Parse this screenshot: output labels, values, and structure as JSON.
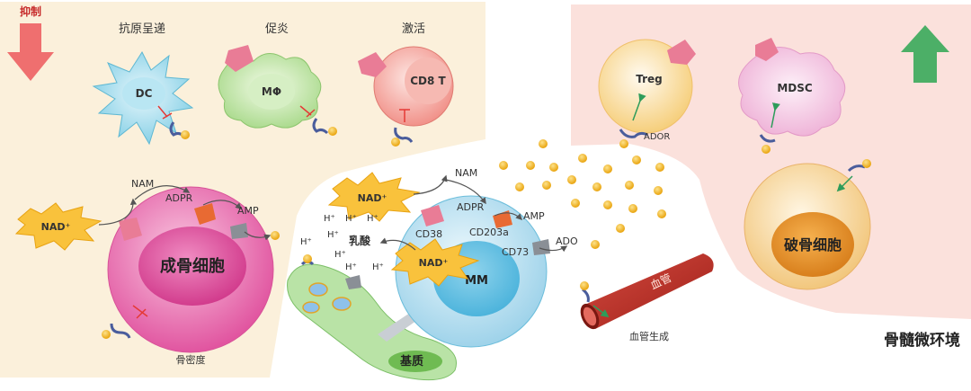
{
  "labels": {
    "suppress": "抑制",
    "antigen": "抗原呈递",
    "proinflam": "促炎",
    "activate": "激活",
    "dc": "DC",
    "macrophage": "MΦ",
    "cd8": "CD8 T",
    "treg": "Treg",
    "mdsc": "MDSC",
    "ador": "ADOR",
    "osteoblast": "成骨细胞",
    "bone_density": "骨密度",
    "osteoclast": "破骨细胞",
    "mm": "MM",
    "lactate": "乳酸",
    "stroma": "基质",
    "vessel": "血管",
    "angiogenesis": "血管生成",
    "microenv": "骨髓微环境",
    "nad": "NAD⁺",
    "nam": "NAM",
    "adpr": "ADPR",
    "amp": "AMP",
    "ado": "ADO",
    "cd38": "CD38",
    "cd203a": "CD203a",
    "cd73": "CD73",
    "hplus": "H⁺"
  },
  "colors": {
    "left_panel": "#fbf0db",
    "right_panel": "#fbe1dc",
    "suppress_arrow": "#ef6f6f",
    "activate_arrow": "#4caf67",
    "osteoblast": "#e767a7",
    "mm": "#bfe3f2",
    "ado_dot": "#f3b81a"
  }
}
